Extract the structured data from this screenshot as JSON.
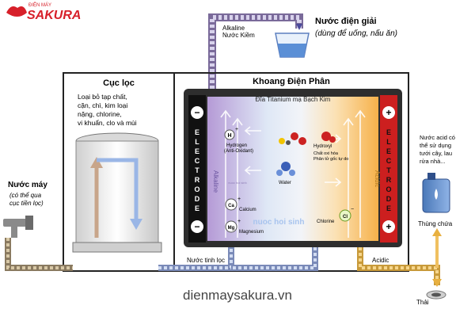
{
  "brand": {
    "tagline": "ĐIỆN MÁY",
    "name": "SAKURA"
  },
  "output_water": {
    "label": "Nước điện giải",
    "usage": "(dùng để uống, nấu ăn)"
  },
  "alkaline_tag": {
    "line1": "Alkaline",
    "line2": "Nước Kiềm"
  },
  "filter": {
    "title": "Cục lọc",
    "desc": [
      "Loại bỏ tạp chất,",
      "cặn, chì, kim loại",
      "nặng, chlorine,",
      "vi khuẩn, clo và mùi"
    ]
  },
  "chamber": {
    "title": "Khoang Điện Phân",
    "plate": "Đĩa Titanium mạ Bạch Kim",
    "neg_sign": "−",
    "pos_sign": "+",
    "electrode_left": [
      "E",
      "L",
      "E",
      "C",
      "T",
      "R",
      "O",
      "D",
      "E"
    ],
    "electrode_right": [
      "E",
      "L",
      "E",
      "C",
      "T",
      "R",
      "O",
      "D",
      "E"
    ],
    "alkaline_side": "Alkaline",
    "acidic_side": "Acidic",
    "ions": {
      "h": {
        "symbol": "H",
        "charge": "+",
        "label1": "Hydrogen",
        "label2": "(Anti-Oxidant)"
      },
      "ca": {
        "symbol": "Ca",
        "charge": "+",
        "label": "Calcium"
      },
      "mg": {
        "symbol": "Mg",
        "charge": "+",
        "label": "Magnesium"
      },
      "oh": {
        "label1": "Hydroxyl",
        "label2": "Chất oxi hóa",
        "label3": "Phân tử gốc tự do"
      },
      "water": {
        "label": "Water"
      },
      "cl": {
        "symbol": "Cl",
        "charge": "−",
        "label": "Chlorine"
      }
    },
    "watermark": "nuoc hoi sinh",
    "watermark_small": "nuoc hoi sinh"
  },
  "tap": {
    "label": "Nước máy",
    "note": [
      "(có thể qua",
      "cục tiền lọc)"
    ]
  },
  "acid_water": {
    "text": [
      "Nước acid có",
      "thể sử dụng",
      "tưới cây, lau",
      "rửa nhà..."
    ]
  },
  "container": {
    "label": "Thùng chứa"
  },
  "filtered_label": "Nước tinh lọc",
  "acidic_label": "Acidic",
  "drain_label": "Thải",
  "website": "dienmaysakura.vn",
  "colors": {
    "brand_red": "#d7202a",
    "alkaline_blue": "#8fb4e8",
    "acid_yellow": "#f0c060",
    "electrode_red": "#cc1f1f"
  }
}
